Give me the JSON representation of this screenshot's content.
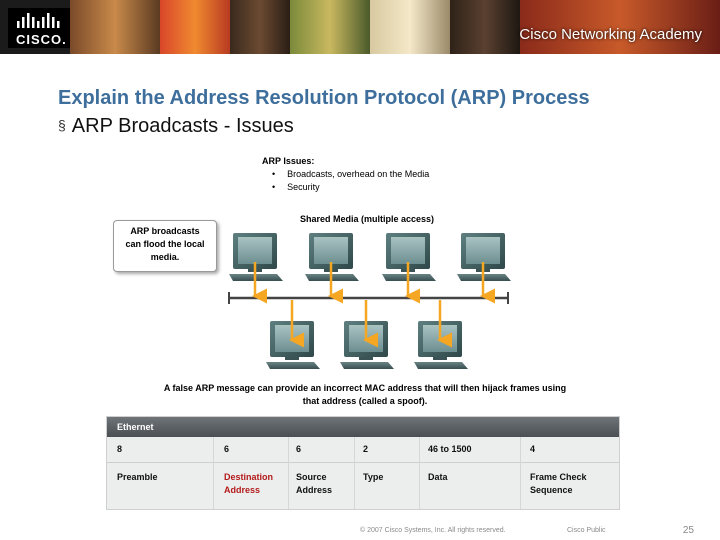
{
  "header": {
    "logo_text": "CISCO.",
    "academy_name": "Cisco Networking Academy"
  },
  "slide": {
    "title": "Explain the Address Resolution Protocol (ARP) Process",
    "subtitle_bullet": "§",
    "subtitle": "ARP Broadcasts - Issues"
  },
  "diagram": {
    "issues_heading": "ARP Issues:",
    "issues": [
      "Broadcasts, overhead on the Media",
      "Security"
    ],
    "shared_media_label": "Shared Media (multiple access)",
    "callout_lines": [
      "ARP broadcasts",
      "can flood the local",
      "media."
    ],
    "false_msg_lines": [
      "A false ARP message can  provide an incorrect MAC address that will then hijack frames using",
      "that address (called a spoof)."
    ],
    "top_computer_count": 4,
    "bottom_computer_count": 3,
    "arrow_color": "#f5a623"
  },
  "ethernet": {
    "header": "Ethernet",
    "sizes": [
      "8",
      "6",
      "6",
      "2",
      "46 to 1500",
      "4"
    ],
    "fields": [
      {
        "line1": "Preamble",
        "line2": ""
      },
      {
        "line1": "Destination",
        "line2": "Address"
      },
      {
        "line1": "Source",
        "line2": "Address"
      },
      {
        "line1": "Type",
        "line2": ""
      },
      {
        "line1": "Data",
        "line2": ""
      },
      {
        "line1": "Frame Check",
        "line2": "Sequence"
      }
    ],
    "highlight_color": "#b31b1b"
  },
  "footer": {
    "copyright": "© 2007 Cisco Systems, Inc. All rights reserved.",
    "classification": "Cisco Public",
    "page": "25"
  }
}
